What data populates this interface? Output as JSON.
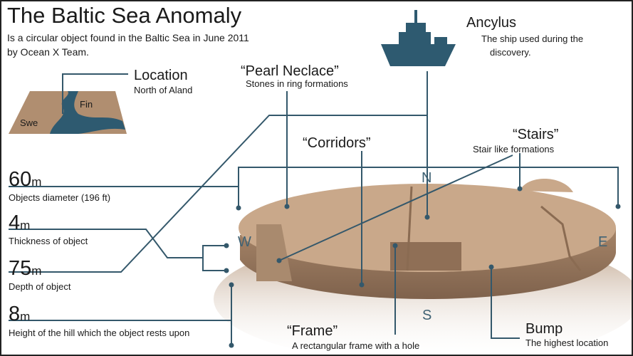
{
  "title": "The Baltic Sea Anomaly",
  "subtitle": [
    "Is a circular object found in the Baltic Sea in June 2011",
    "by Ocean X Team."
  ],
  "location": {
    "label": "Location",
    "desc": "North of Aland",
    "map_labels": [
      "Fin",
      "Swe"
    ]
  },
  "pearl": {
    "label": "“Pearl Neclace”",
    "desc": "Stones in ring formations"
  },
  "ship": {
    "label": "Ancylus",
    "desc": [
      "The ship used during the",
      "discovery."
    ]
  },
  "corridors": {
    "label": "“Corridors”"
  },
  "stairs": {
    "label": "“Stairs”",
    "desc": "Stair like formations"
  },
  "frame": {
    "label": "“Frame”",
    "desc": "A rectangular frame with a hole"
  },
  "bump": {
    "label": "Bump",
    "desc": "The highest location"
  },
  "measures": [
    {
      "value": "60",
      "unit": "m",
      "desc": "Objects diameter (196 ft)"
    },
    {
      "value": "4",
      "unit": "m",
      "desc": "Thickness of object"
    },
    {
      "value": "75",
      "unit": "m",
      "desc": "Depth of object"
    },
    {
      "value": "8",
      "unit": "m",
      "desc": "Height of the hill which the object rests upon"
    }
  ],
  "compass": {
    "n": "N",
    "s": "S",
    "e": "E",
    "w": "W"
  },
  "colors": {
    "line": "#34586b",
    "object": "#c9a88a",
    "object_side": "#9c7c62",
    "water": "#2e5a70"
  }
}
